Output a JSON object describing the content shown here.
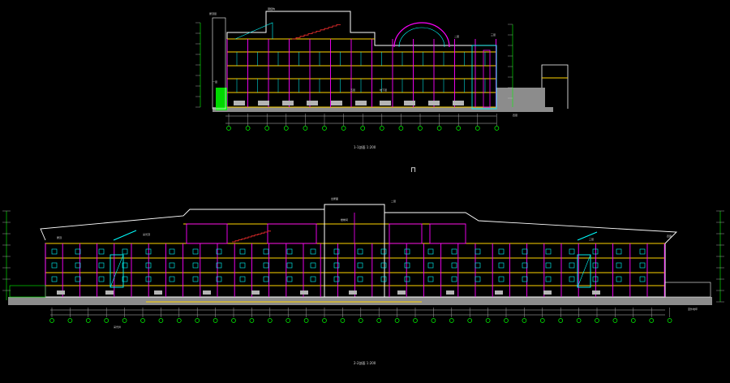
{
  "drawing": {
    "background": "#000000",
    "colors": {
      "outline": "#ffffff",
      "floor": "#ffd400",
      "structure": "#ff00ff",
      "grid": "#00ff00",
      "detail": "#00ffff",
      "accent": "#ff3030",
      "ground": "#8c8c8c",
      "dim": "#c8c8c8"
    },
    "upper_section": {
      "caption": "1-1剖面 1:200"
    },
    "lower_section": {
      "caption": "2-2剖面 1:200"
    },
    "center_mark": "⊓",
    "tags": {
      "upper": [
        "屋顶层",
        "钢结构",
        "一层",
        "二层",
        "三层",
        "四层",
        "五层",
        "地下层"
      ],
      "lower": [
        "屋顶",
        "采光顶",
        "出屋面",
        "二层",
        "三层",
        "四层",
        "室外地坪",
        "采光井",
        "楼梯间"
      ]
    }
  }
}
